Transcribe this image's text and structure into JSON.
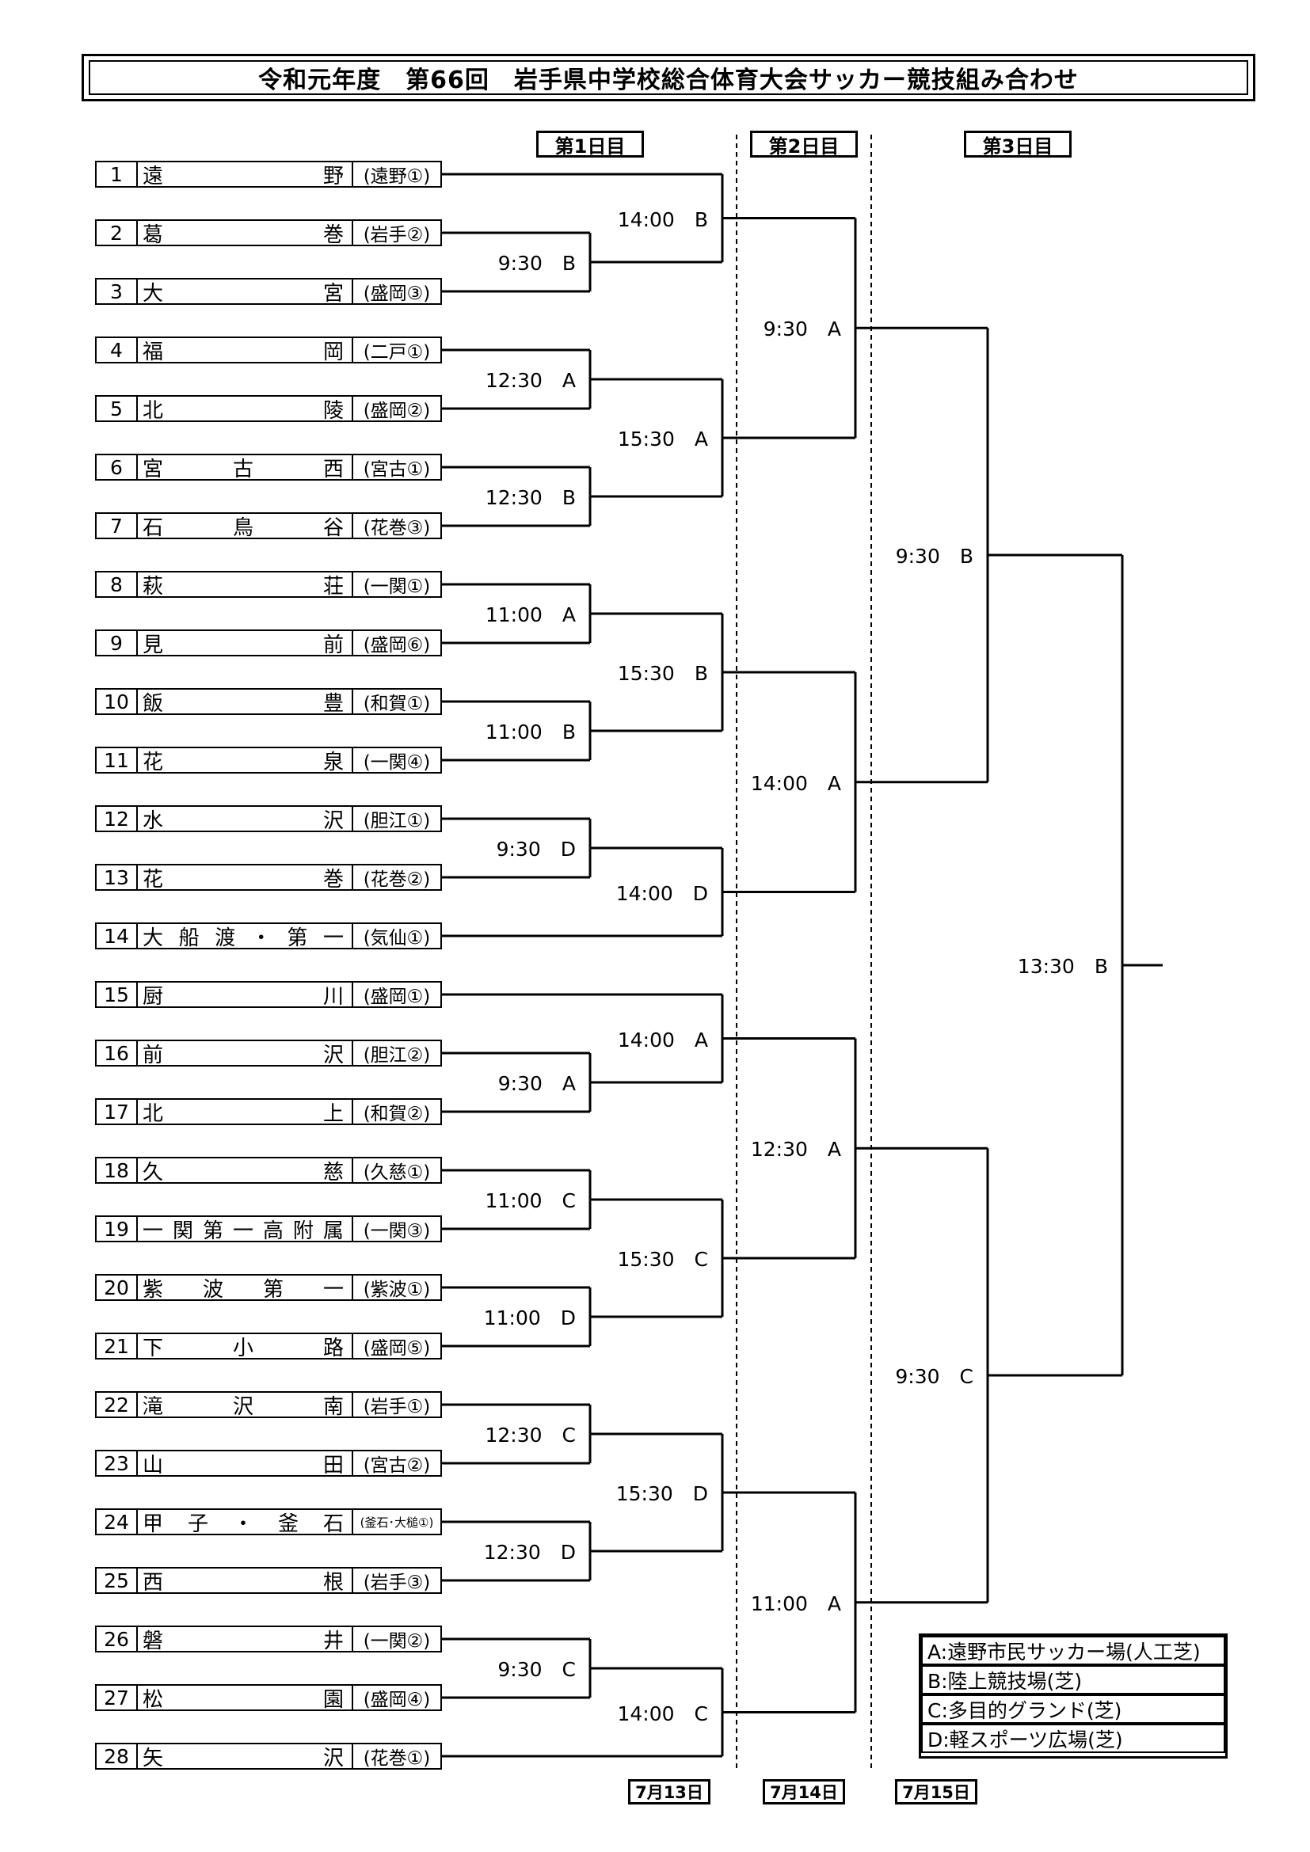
{
  "title": "令和元年度　第66回　岩手県中学校総合体育大会サッカー競技組み合わせ",
  "day_headers": [
    "第1日目",
    "第2日目",
    "第3日目"
  ],
  "dates": [
    "7月13日",
    "7月14日",
    "7月15日"
  ],
  "teams": [
    {
      "num": "1",
      "name": [
        "遠",
        "野"
      ],
      "qual": "(遠野①)"
    },
    {
      "num": "2",
      "name": [
        "葛",
        "巻"
      ],
      "qual": "(岩手②)"
    },
    {
      "num": "3",
      "name": [
        "大",
        "宮"
      ],
      "qual": "(盛岡③)"
    },
    {
      "num": "4",
      "name": [
        "福",
        "岡"
      ],
      "qual": "(二戸①)"
    },
    {
      "num": "5",
      "name": [
        "北",
        "陵"
      ],
      "qual": "(盛岡②)"
    },
    {
      "num": "6",
      "name": [
        "宮",
        "古",
        "西"
      ],
      "qual": "(宮古①)"
    },
    {
      "num": "7",
      "name": [
        "石",
        "鳥",
        "谷"
      ],
      "qual": "(花巻③)"
    },
    {
      "num": "8",
      "name": [
        "萩",
        "荘"
      ],
      "qual": "(一関①)"
    },
    {
      "num": "9",
      "name": [
        "見",
        "前"
      ],
      "qual": "(盛岡⑥)"
    },
    {
      "num": "10",
      "name": [
        "飯",
        "豊"
      ],
      "qual": "(和賀①)"
    },
    {
      "num": "11",
      "name": [
        "花",
        "泉"
      ],
      "qual": "(一関④)"
    },
    {
      "num": "12",
      "name": [
        "水",
        "沢"
      ],
      "qual": "(胆江①)"
    },
    {
      "num": "13",
      "name": [
        "花",
        "巻"
      ],
      "qual": "(花巻②)"
    },
    {
      "num": "14",
      "name": [
        "大",
        "船",
        "渡",
        "・",
        "第",
        "一"
      ],
      "qual": "(気仙①)"
    },
    {
      "num": "15",
      "name": [
        "厨",
        "川"
      ],
      "qual": "(盛岡①)"
    },
    {
      "num": "16",
      "name": [
        "前",
        "沢"
      ],
      "qual": "(胆江②)"
    },
    {
      "num": "17",
      "name": [
        "北",
        "上"
      ],
      "qual": "(和賀②)"
    },
    {
      "num": "18",
      "name": [
        "久",
        "慈"
      ],
      "qual": "(久慈①)"
    },
    {
      "num": "19",
      "name": [
        "一",
        "関",
        "第",
        "一",
        "高",
        "附",
        "属"
      ],
      "qual": "(一関③)"
    },
    {
      "num": "20",
      "name": [
        "紫",
        "波",
        "第",
        "一"
      ],
      "qual": "(紫波①)"
    },
    {
      "num": "21",
      "name": [
        "下",
        "小",
        "路"
      ],
      "qual": "(盛岡⑤)"
    },
    {
      "num": "22",
      "name": [
        "滝",
        "沢",
        "南"
      ],
      "qual": "(岩手①)"
    },
    {
      "num": "23",
      "name": [
        "山",
        "田"
      ],
      "qual": "(宮古②)"
    },
    {
      "num": "24",
      "name": [
        "甲",
        "子",
        "・",
        "釜",
        "石"
      ],
      "qual": "(釜石･大槌①)",
      "small": true
    },
    {
      "num": "25",
      "name": [
        "西",
        "根"
      ],
      "qual": "(岩手③)"
    },
    {
      "num": "26",
      "name": [
        "磐",
        "井"
      ],
      "qual": "(一関②)"
    },
    {
      "num": "27",
      "name": [
        "松",
        "園"
      ],
      "qual": "(盛岡④)"
    },
    {
      "num": "28",
      "name": [
        "矢",
        "沢"
      ],
      "qual": "(花巻①)"
    }
  ],
  "matches": {
    "r1": [
      "9:30　B",
      "12:30　A",
      "12:30　B",
      "11:00　A",
      "11:00　B",
      "9:30　D",
      "9:30　A",
      "11:00　C",
      "11:00　D",
      "12:30　C",
      "12:30　D",
      "9:30　C"
    ],
    "r2": [
      "14:00　B",
      "15:30　A",
      "15:30　B",
      "14:00　D",
      "14:00　A",
      "15:30　C",
      "15:30　D",
      "14:00　C"
    ],
    "qf": [
      "9:30　A",
      "14:00　A",
      "12:30　A",
      "11:00　A"
    ],
    "sf": [
      "9:30　B",
      "9:30　C"
    ],
    "final": [
      "13:30　B"
    ]
  },
  "legend": [
    "A:遠野市民サッカー場(人工芝)",
    "B:陸上競技場(芝)",
    "C:多目的グランド(芝)",
    "D:軽スポーツ広場(芝)"
  ]
}
